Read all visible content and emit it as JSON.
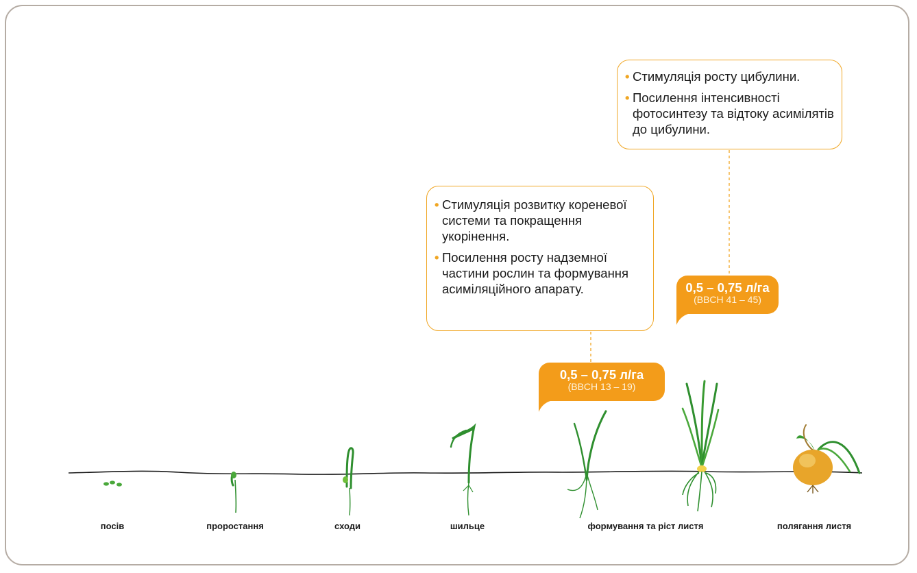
{
  "callouts": [
    {
      "items": [
        "Стимуляція росту цибулини.",
        "Посилення інтенсивності фотосинтезу та відтоку асимілятів до цибулини."
      ]
    },
    {
      "items": [
        "Стимуляція розвитку кореневої системи та покращення укорінення.",
        "Посилення росту надземної частини рослин та формування асиміляційного апарату."
      ]
    }
  ],
  "badges": [
    {
      "rate": "0,5 – 0,75 л/га",
      "code": "(BBCH 41 – 45)"
    },
    {
      "rate": "0,5 – 0,75 л/га",
      "code": "(BBCH 13 – 19)"
    }
  ],
  "stages": [
    {
      "label": "посів"
    },
    {
      "label": "проростання"
    },
    {
      "label": "сходи"
    },
    {
      "label": "шильце"
    },
    {
      "label": "формування та ріст листя"
    },
    {
      "label": "полягання листя"
    }
  ],
  "colors": {
    "accent": "#f39c1a",
    "border": "#b5aca4",
    "plant_green": "#2f8f2f",
    "bulb": "#e8a52a"
  }
}
